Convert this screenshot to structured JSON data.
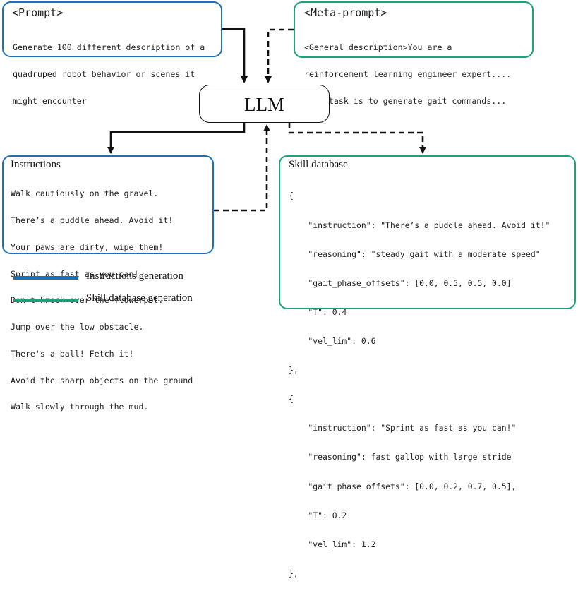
{
  "prompt": {
    "header": "<Prompt>",
    "lines": [
      "Generate 100 different description of a",
      "quadruped robot behavior or scenes it",
      "might encounter"
    ]
  },
  "meta_prompt": {
    "header": "<Meta-prompt>",
    "lines": [
      "<General description>You are a",
      "reinforcement learning engineer expert....",
      "Your task is to generate gait commands..."
    ]
  },
  "llm": {
    "label": "LLM"
  },
  "instructions": {
    "title": "Instructions",
    "lines": [
      "Walk cautiously on the gravel.",
      "There’s a puddle ahead. Avoid it!",
      "Your paws are dirty, wipe them!",
      "Sprint as fast as you can!",
      "Don't knock over the flowerpot.",
      "Jump over the low obstacle.",
      "There's a ball! Fetch it!",
      "Avoid the sharp objects on the ground",
      "Walk slowly through the mud."
    ]
  },
  "skill_database": {
    "title": "Skill database",
    "lines": [
      "{",
      "    \"instruction\": \"There’s a puddle ahead. Avoid it!\"",
      "    \"reasoning\": \"steady gait with a moderate speed\"",
      "    \"gait_phase_offsets\": [0.0, 0.5, 0.5, 0.0]",
      "    \"T\": 0.4",
      "    \"vel_lim\": 0.6",
      "},",
      "{",
      "    \"instruction\": \"Sprint as fast as you can!\"",
      "    \"reasoning\": fast gallop with large stride",
      "    \"gait_phase_offsets\": [0.0, 0.2, 0.7, 0.5],",
      "    \"T\": 0.2",
      "    \"vel_lim\": 1.2",
      "},"
    ]
  },
  "legend": [
    {
      "label": "Instructions generation",
      "color": "#1f6fb5"
    },
    {
      "label": "Skill database generation",
      "color": "#1aa37a"
    }
  ]
}
